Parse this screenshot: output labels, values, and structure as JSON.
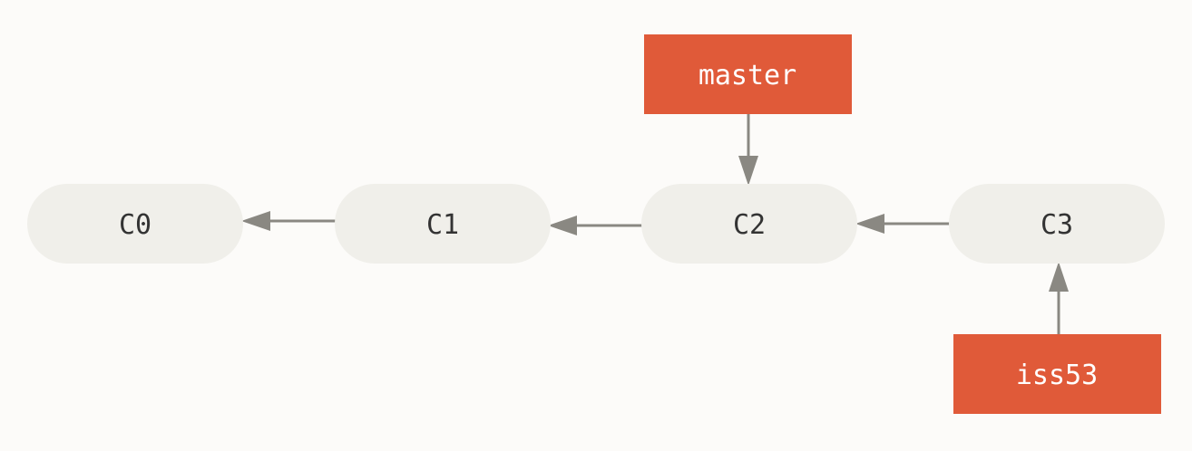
{
  "commits": [
    {
      "id": "C0"
    },
    {
      "id": "C1"
    },
    {
      "id": "C2"
    },
    {
      "id": "C3"
    }
  ],
  "branches": [
    {
      "name": "master",
      "target": "C2"
    },
    {
      "name": "iss53",
      "target": "C3"
    }
  ],
  "parent_links": [
    {
      "from": "C1",
      "to": "C0"
    },
    {
      "from": "C2",
      "to": "C1"
    },
    {
      "from": "C3",
      "to": "C2"
    }
  ],
  "colors": {
    "background": "#fcfbf9",
    "commit_fill": "#f0efea",
    "branch_fill": "#e05a39",
    "arrow": "#8a8882"
  }
}
